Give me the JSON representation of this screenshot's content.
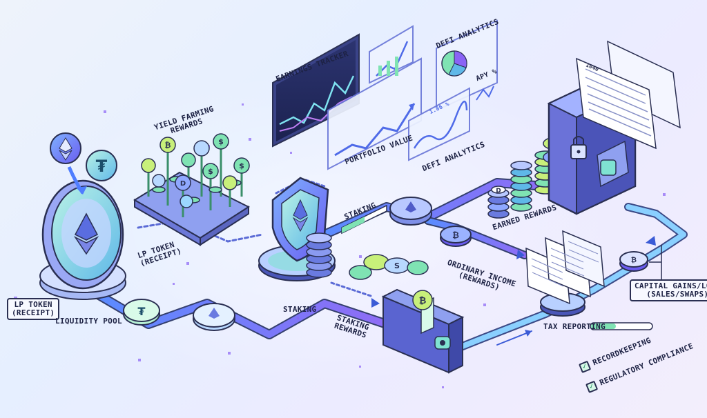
{
  "labels": {
    "lp_token_left": [
      "LP TOKEN",
      "(RECEIPT)"
    ],
    "liquidity_pool": "LIQUIDITY POOL",
    "lp_token_mid": [
      "LP TOKEN",
      "(RECEIPT)"
    ],
    "yield_farming": [
      "YIELD FARMING",
      "REWARDS"
    ],
    "earnings_tracker": "EARNINGS TRACKER",
    "portfolio_value": "PORTFOLIO VALUE",
    "defi_analytics_top": "DEFI ANALYTICS",
    "apy": "APY %",
    "defi_analytics_mid": "DEFI ANALYTICS",
    "small_pct": "1.86 %",
    "staking_bar": "STAKING",
    "staking": "STAKING",
    "staking_rewards": [
      "STAKING",
      "REWARDS"
    ],
    "earned_rewards": "EARNED REWARDS",
    "ordinary_income": [
      "ORDINARY INCOME",
      "(REWARDS)"
    ],
    "capital_gains": [
      "CAPITAL GAINS/LOSS",
      "(SALES/SWAPS)"
    ],
    "tax_reporting": "TAX REPORTING",
    "recordkeeping": "RECORDKEEPING",
    "regulatory": "REGULATORY COMPLIANCE",
    "form_code": "1040"
  },
  "icons": [
    "ethereum-icon",
    "tether-icon",
    "bitcoin-icon",
    "dash-icon",
    "dollar-icon",
    "shield-icon",
    "lock-icon",
    "wallet-icon",
    "document-icon",
    "check-icon"
  ],
  "colors": {
    "accent_blue": "#4f7dff",
    "accent_purple": "#8a63f5",
    "mint": "#7fe3b3",
    "teal": "#5fd0d8",
    "lime": "#c8f07a",
    "outline": "#2a2f52"
  }
}
